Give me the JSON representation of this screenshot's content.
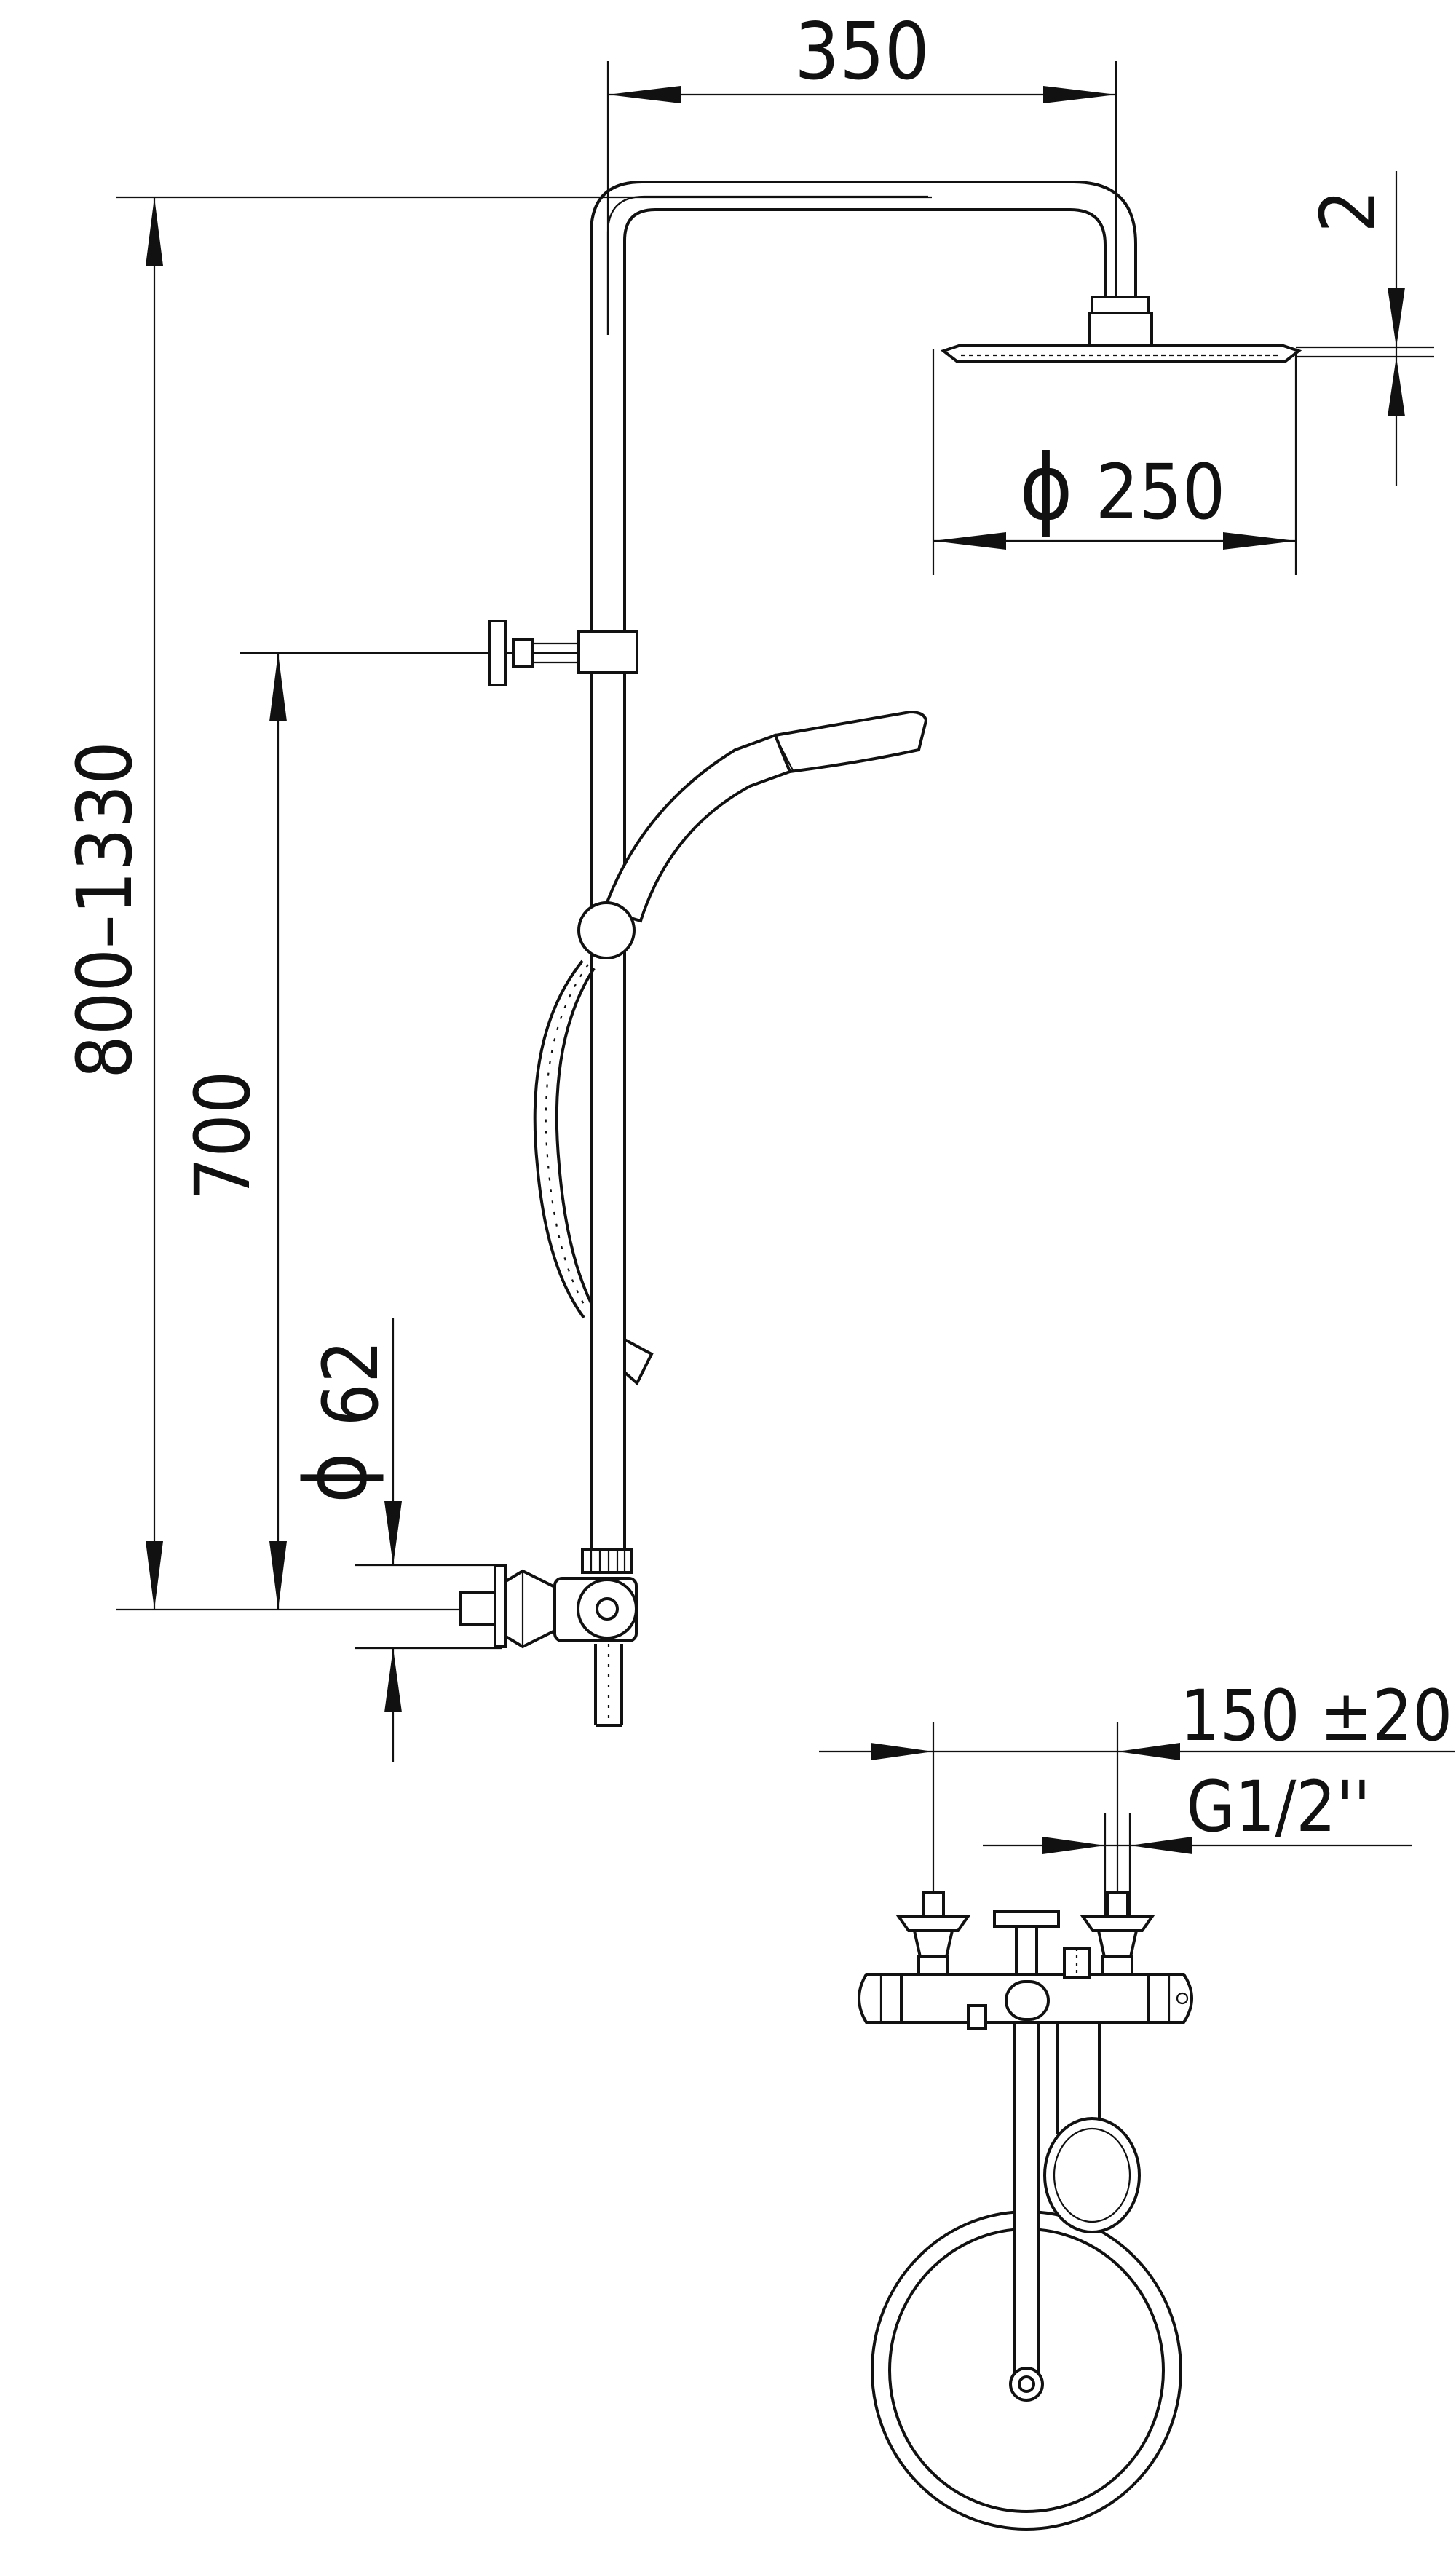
{
  "dimensions": {
    "arm_projection": "350",
    "head_thickness": "2",
    "head_diameter_symbol": "ϕ",
    "head_diameter": "250",
    "overall_height": "800–1330",
    "bar_height": "700",
    "flange_diameter_symbol": "ϕ",
    "flange_diameter": "62",
    "mixer_centers": "150 ±20",
    "thread_size": "G1/2''"
  },
  "colors": {
    "line": "#111111",
    "background": "#ffffff"
  }
}
